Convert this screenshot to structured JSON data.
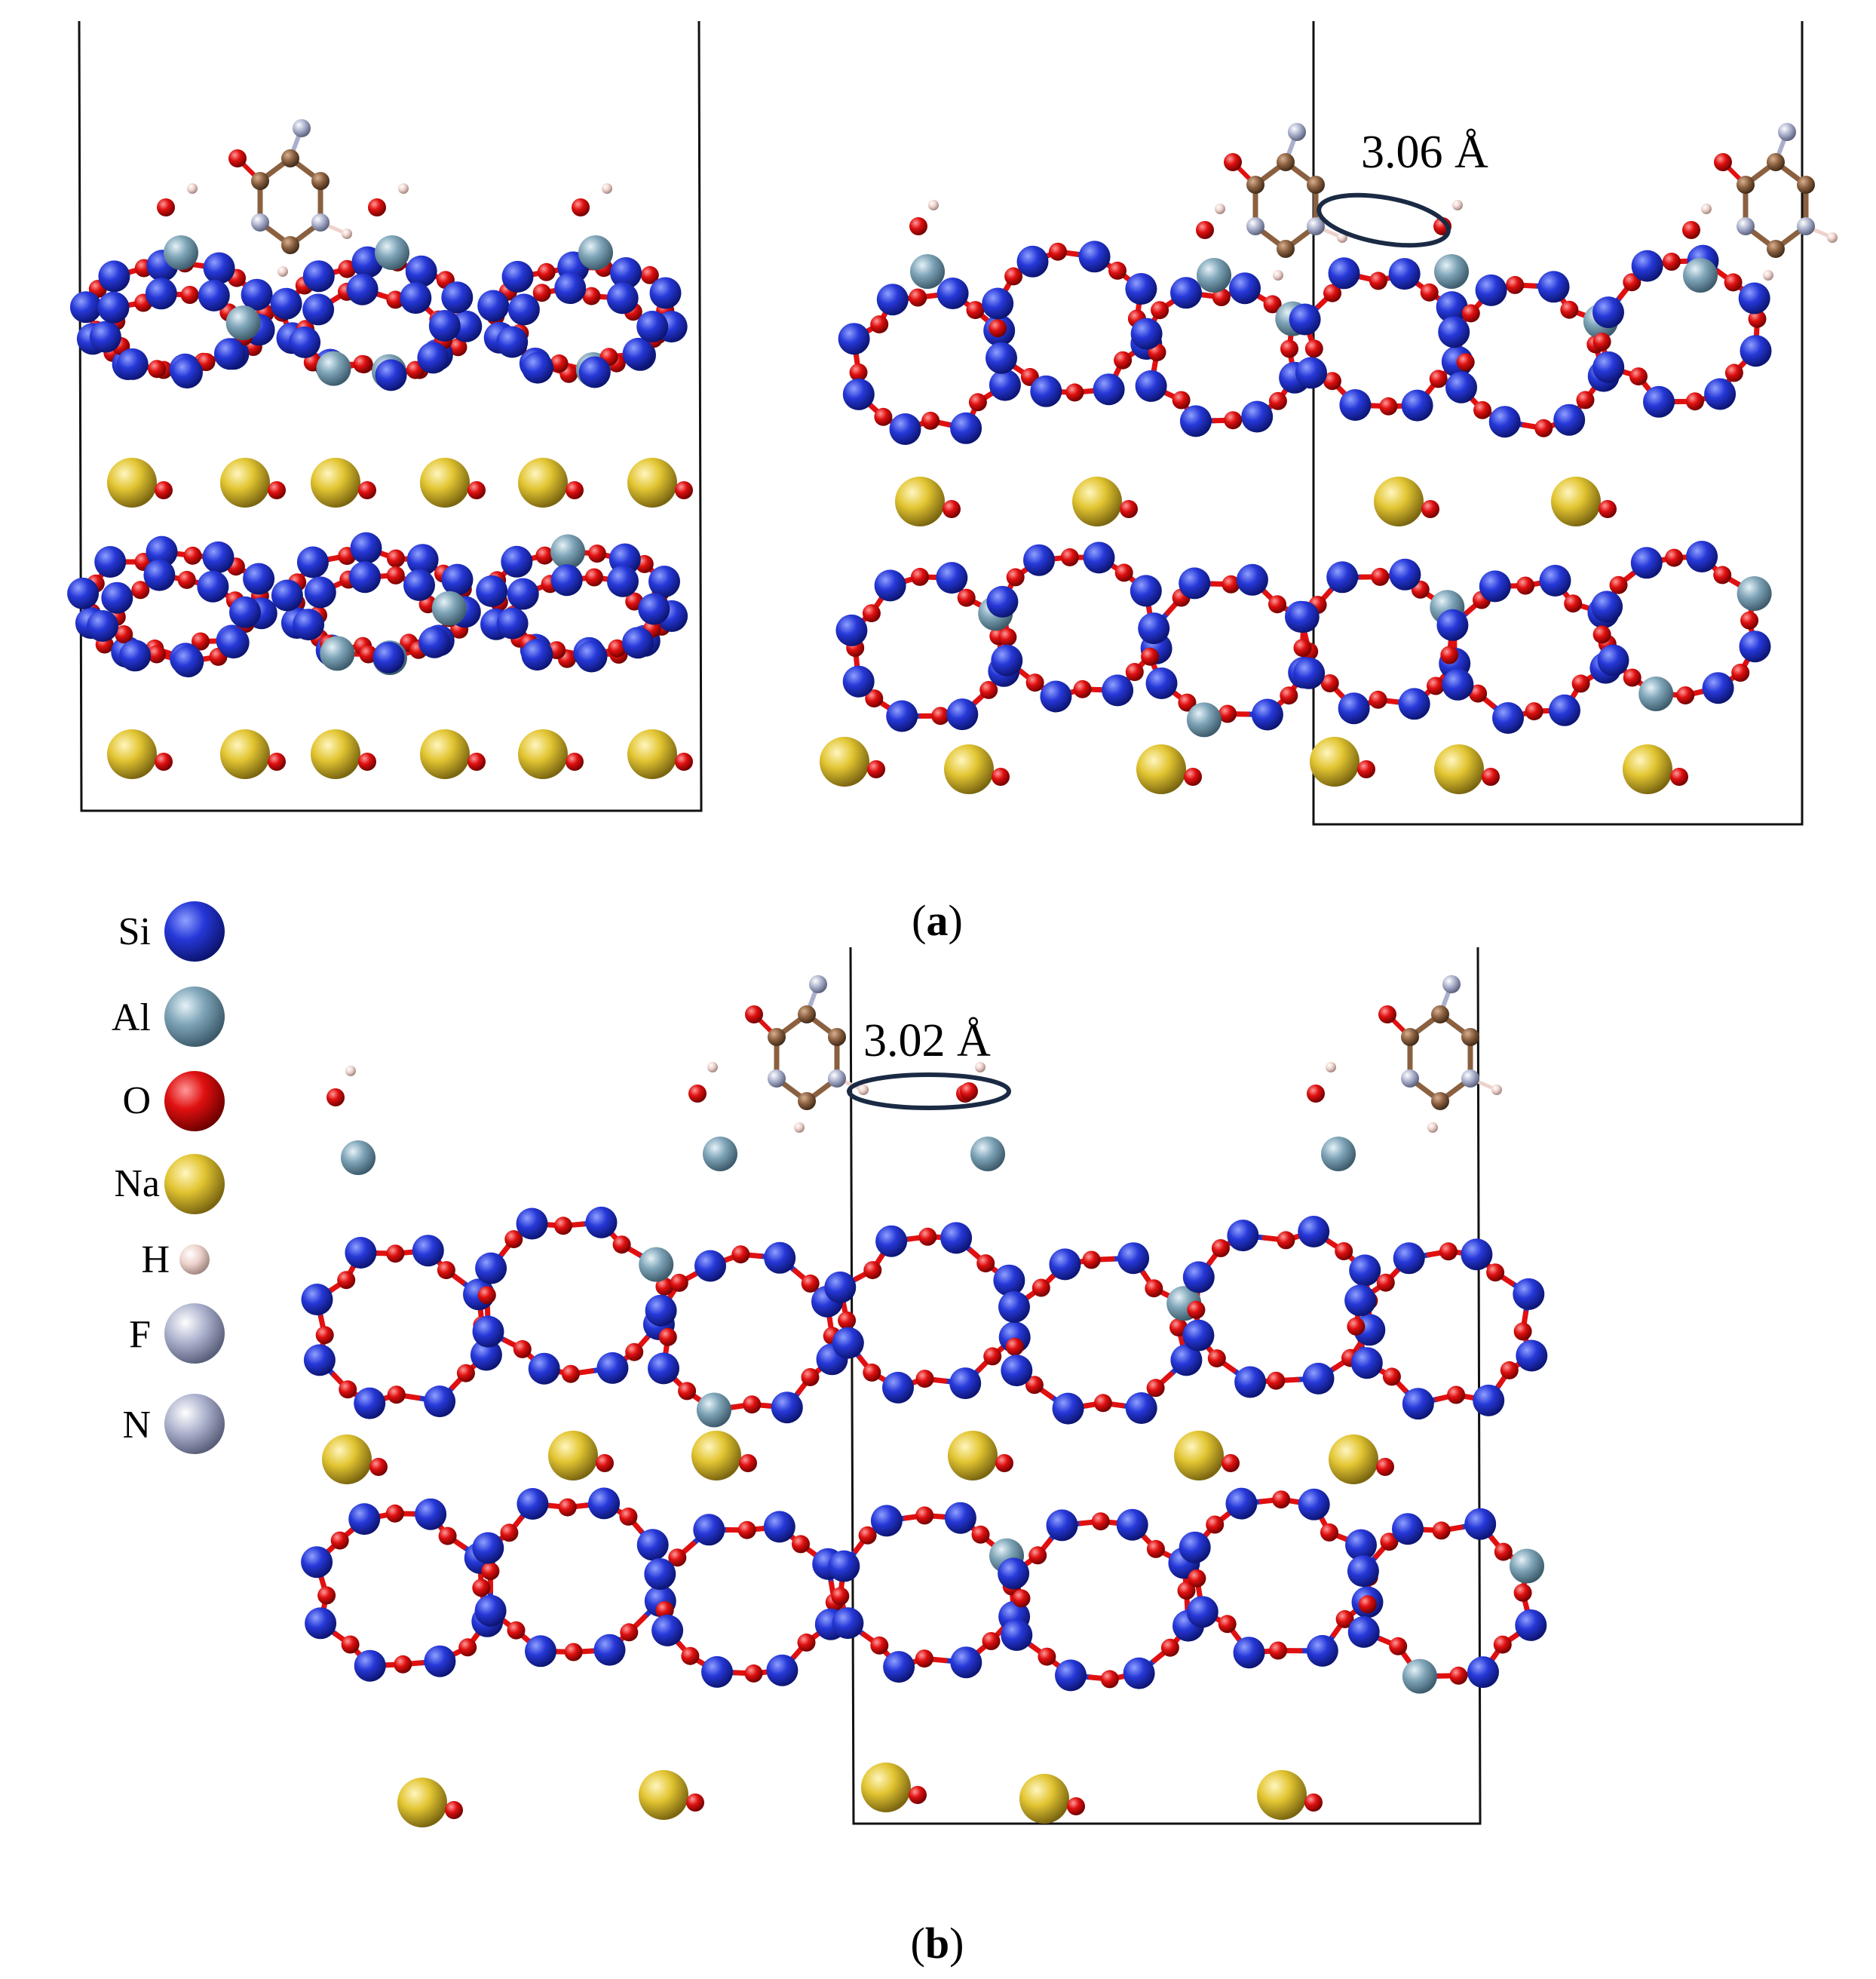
{
  "colors": {
    "Si": "#2233cc",
    "Al": "#7fa5b8",
    "O": "#e01010",
    "Na": "#e2c532",
    "H": "#eed2cc",
    "F": "#aab0cc",
    "N": "#aab0cc",
    "C": "#8a6040",
    "cell": "#111111",
    "ring": "#1b2a44",
    "bond_na": "#e8d040"
  },
  "panel_a": {
    "label_open": "(",
    "label_letter": "a",
    "label_close": ")",
    "distance_label": "3.06 Å"
  },
  "panel_b": {
    "label_open": "(",
    "label_letter": "b",
    "label_close": ")",
    "distance_label": "3.02 Å"
  },
  "legend": [
    {
      "element": "Si",
      "icon": "si-sphere-icon"
    },
    {
      "element": "Al",
      "icon": "al-sphere-icon"
    },
    {
      "element": "O",
      "icon": "o-sphere-icon"
    },
    {
      "element": "Na",
      "icon": "na-sphere-icon"
    },
    {
      "element": "H",
      "icon": "h-sphere-icon"
    },
    {
      "element": "F",
      "icon": "f-sphere-icon"
    },
    {
      "element": "N",
      "icon": "n-sphere-icon"
    }
  ]
}
